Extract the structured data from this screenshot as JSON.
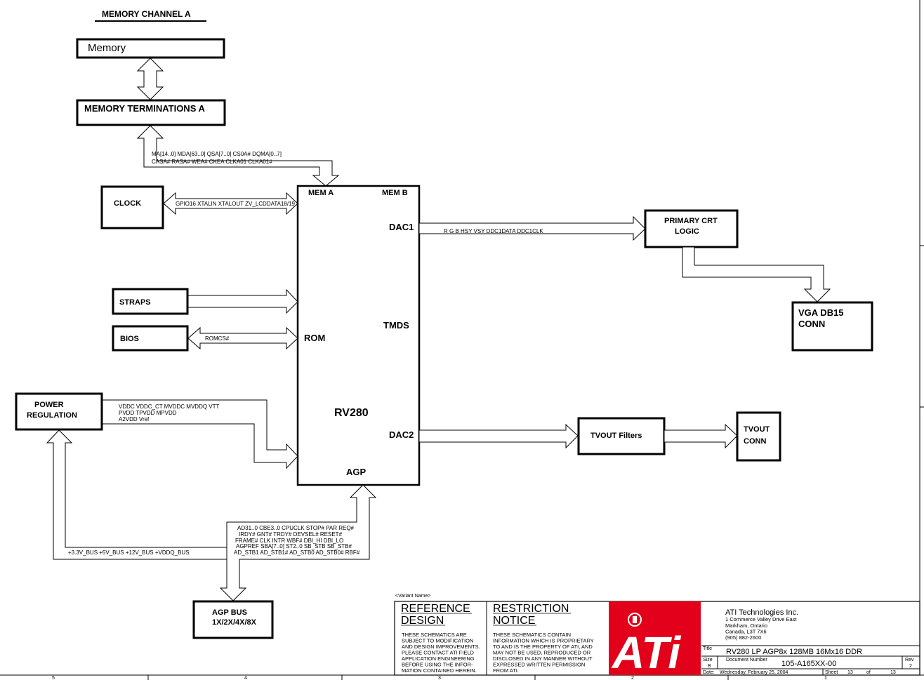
{
  "blocks": {
    "memory_channel_title": "MEMORY CHANNEL A",
    "memory": "Memory",
    "memory_terminations": "MEMORY TERMINATIONS A",
    "clock": "CLOCK",
    "straps": "STRAPS",
    "bios": "BIOS",
    "power_line1": "POWER",
    "power_line2": "REGULATION",
    "primary_crt_line1": "PRIMARY CRT",
    "primary_crt_line2": "LOGIC",
    "vga_line1": "VGA DB15",
    "vga_line2": "CONN",
    "tvout_filters": "TVOUT Filters",
    "tvout_conn_line1": "TVOUT",
    "tvout_conn_line2": "CONN",
    "agp_bus_line1": "AGP BUS",
    "agp_bus_line2": "1X/2X/4X/8X"
  },
  "chip": {
    "name": "RV280",
    "mem_a": "MEM A",
    "mem_b": "MEM B",
    "dac1": "DAC1",
    "tmds": "TMDS",
    "rom": "ROM",
    "dac2": "DAC2",
    "agp": "AGP"
  },
  "signals": {
    "mem_row1": "MA[14..0]     MDA[63..0]    QSA[7..0]    CS0A#      DQMA[0..7]",
    "mem_row2": "CASA#        RASA#     WEA#      CKEA     CLKA01     CLKA01#",
    "clock_sigs": "GPIO16   XTALIN   XTALOUT   ZV_LCDDATA18/19",
    "dac1_sigs": "R G B HSY  VSY  DDC1DATA  DDC1CLK",
    "romcs": "ROMCS#",
    "power_row1": "VDDC  VDDC_CT  MVDDC  MVDDQ  VTT",
    "power_row2": "PVDD TPVDD MPVDD",
    "power_row3": "A2VDD Vref",
    "bus_supplies": "+3.3V_BUS    +5V_BUS     +12V_BUS      +VDDQ_BUS",
    "agp_row1": "AD31..0   CBE3..0   CPUCLK   STOP#   PAR   REQ#",
    "agp_row2": "IRDY#       GNT#       TRDY#    DEVSEL#  RESET#",
    "agp_row3": "FRAME#     CLK    INTR    WBF#   DBI_HI   DBI_LO",
    "agp_row4": "AGPREF   SBA[7..0]   ST2..0    SB_STB   SB_STB#",
    "agp_row5": "AD_STB1   AD_STB1#  AD_STB0   AD_STB0#    RBF#"
  },
  "title_block": {
    "variant": "<Variant Name>",
    "ref1": "REFERENCE",
    "ref2": "DESIGN",
    "ref_notes": [
      "THESE SCHEMATICS ARE",
      "SUBJECT TO MODIFICATION",
      "AND DESIGN IMPROVEMENTS.",
      "PLEASE CONTACT ATI FIELD",
      "APPLICATION ENGINEERING",
      "BEFORE USING THE INFOR-",
      "MATION CONTAINED HEREIN."
    ],
    "res1": "RESTRICTION",
    "res2": "NOTICE",
    "res_notes": [
      "THESE SCHEMATICS CONTAIN",
      "INFORMATION WHICH IS PROPRIETARY",
      "TO AND IS THE PROPERTY OF ATI, AND",
      "MAY NOT BE USED, REPRODUCED OR",
      "DISCLOSED IN ANY MANNER WITHOUT",
      "EXPRESSED WRITTEN PERMISSION",
      "FROM ATI."
    ],
    "logo_text": "ATi",
    "company": "ATI Technologies Inc.",
    "address": [
      "1 Commerce Valley Drive East",
      "Markham, Ontario",
      "Canada, L3T 7X6",
      "(905) 882-2600"
    ],
    "title_label": "Title",
    "title": "RV280 LP AGP8x 128MB 16Mx16 DDR",
    "size_label": "Size",
    "size": "B",
    "docnum_label": "Document Number",
    "docnum": "105-A165XX-00",
    "rev_label": "Rev",
    "rev": "2",
    "date_label": "Date:",
    "date": "Wednesday, February 25, 2004",
    "sheet_label": "Sheet",
    "sheet": "13",
    "of_label": "of",
    "of": "13"
  },
  "border_numbers": [
    "5",
    "4",
    "3",
    "2",
    "1"
  ]
}
